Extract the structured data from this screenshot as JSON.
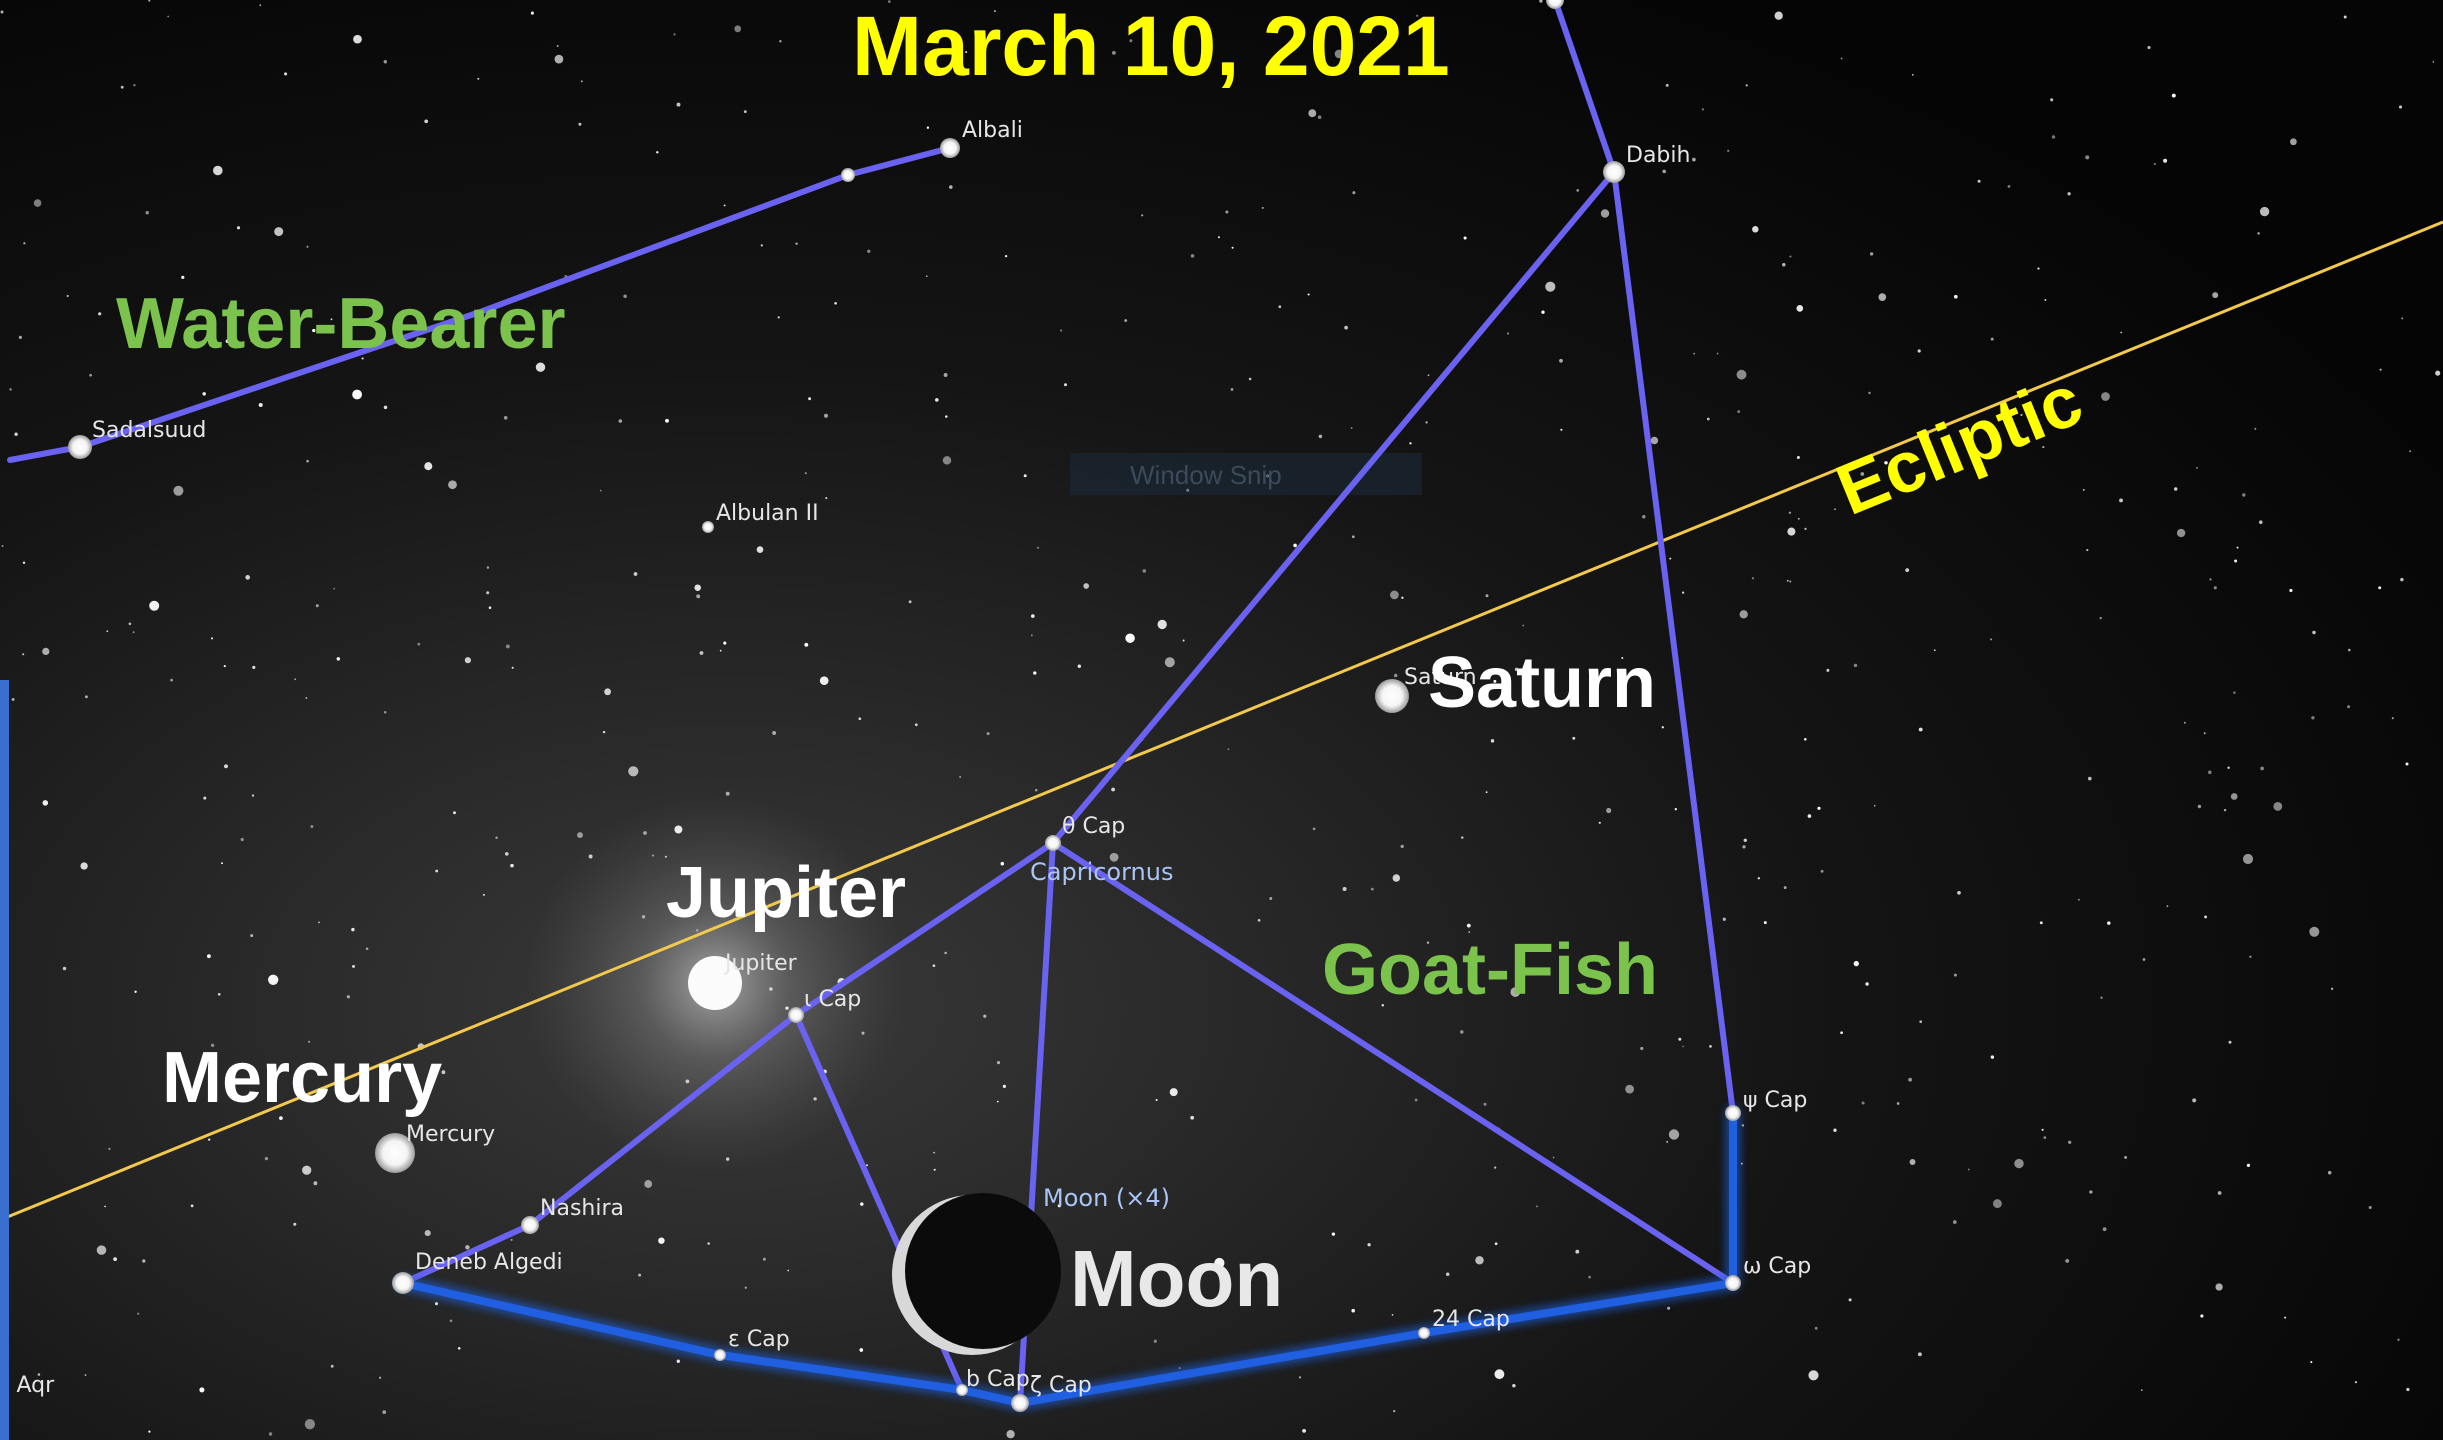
{
  "title": "March 10, 2021",
  "big_labels": {
    "water_bearer": "Water-Bearer",
    "goat_fish": "Goat-Fish",
    "ecliptic": "Ecliptic",
    "saturn": "Saturn",
    "jupiter": "Jupiter",
    "mercury": "Mercury",
    "moon": "Moon"
  },
  "star_labels": {
    "albali": "Albali",
    "dabih": "Dabih",
    "sadalsuud": "Sadalsuud",
    "albulan": "Albulan II",
    "theta_cap": "θ Cap",
    "capricornus": "Capricornus",
    "iota_cap": "ι Cap",
    "nashira": "Nashira",
    "deneb_algedi": "Deneb Algedi",
    "epsilon_cap": "ε Cap",
    "b_cap": "b Cap",
    "zeta_cap": "ζ Cap",
    "cap24": "24 Cap",
    "omega_cap": "ω Cap",
    "psi_cap": "ψ Cap",
    "aqr": "ι Aqr"
  },
  "object_labels": {
    "saturn": "Saturn",
    "jupiter": "Jupiter",
    "mercury": "Mercury",
    "moon": "Moon (×4)"
  },
  "faint_overlay": "Window Snip",
  "colors": {
    "title": "#ffff00",
    "constellation_name": "#7cc34e",
    "planet_label": "#ffffff",
    "moon_label": "#e8e8e8",
    "ecliptic": "#f2c94c",
    "ecliptic_label": "#ffff00",
    "constellation_line": "#6a62f0",
    "boundary_line": "#1e64e6"
  }
}
